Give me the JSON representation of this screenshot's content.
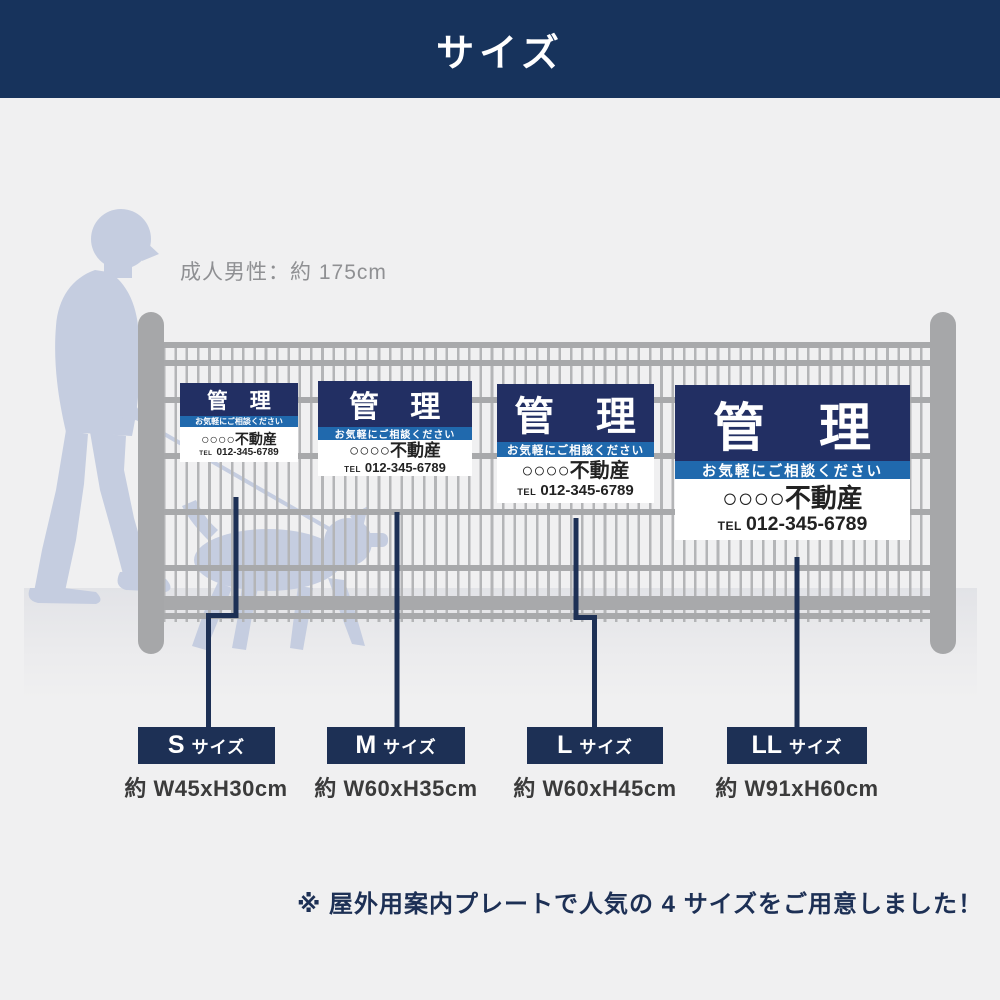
{
  "header": {
    "title": "サイズ"
  },
  "scale_note": "成人男性：約 175cm",
  "sign": {
    "title": "管　理",
    "subtitle": "お気軽にご相談ください",
    "company": "○○○○不動産",
    "tel_label": "TEL",
    "tel_number": "012-345-6789"
  },
  "sizes": [
    {
      "id": "S",
      "label_letter": "S",
      "label_suffix": "サイズ",
      "dimensions": "約 W45xH30cm"
    },
    {
      "id": "M",
      "label_letter": "M",
      "label_suffix": "サイズ",
      "dimensions": "約 W60xH35cm"
    },
    {
      "id": "L",
      "label_letter": "L",
      "label_suffix": "サイズ",
      "dimensions": "約 W60xH45cm"
    },
    {
      "id": "LL",
      "label_letter": "LL",
      "label_suffix": "サイズ",
      "dimensions": "約 W91xH60cm"
    }
  ],
  "footnote": "※ 屋外用案内プレートで人気の 4 サイズをご用意しました！",
  "colors": {
    "header_bg": "#17335c",
    "sign_navy": "#222f63",
    "sign_stripe": "#2069ad",
    "label_bg": "#1d3055",
    "pointer_line": "#1d3055",
    "fence_gray": "#a8a9ab",
    "silhouette": "#c5cde0",
    "background": "#f0f0f1",
    "ground": "#e2e3e7",
    "dimension_text": "#3b3b3b",
    "scale_note_text": "#8f9093"
  }
}
